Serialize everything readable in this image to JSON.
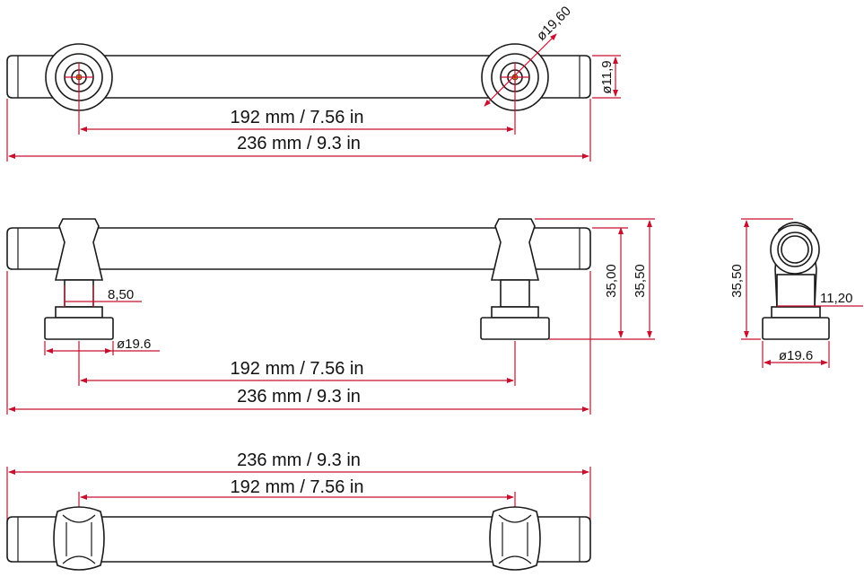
{
  "colors": {
    "dimension_line": "#c8102e",
    "outline": "#1a1a1a",
    "text": "#111111",
    "background": "#ffffff",
    "hole_accent": "#d9a400"
  },
  "top_view": {
    "center_to_center": "192 mm / 7.56 in",
    "overall_length": "236 mm / 9.3 in",
    "post_diameter": "ø19,60",
    "bar_diameter": "ø11,9"
  },
  "front_view": {
    "stem_width": "8,50",
    "base_diameter": "ø19.6",
    "center_to_center": "192 mm / 7.56 in",
    "overall_length": "236 mm / 9.3 in",
    "height_inner": "35,00",
    "height_outer": "35,50"
  },
  "side_view": {
    "height": "35,50",
    "offset": "11,20",
    "base_diameter": "ø19.6"
  },
  "bottom_view": {
    "overall_length": "236 mm / 9.3 in",
    "center_to_center": "192 mm / 7.56 in"
  }
}
